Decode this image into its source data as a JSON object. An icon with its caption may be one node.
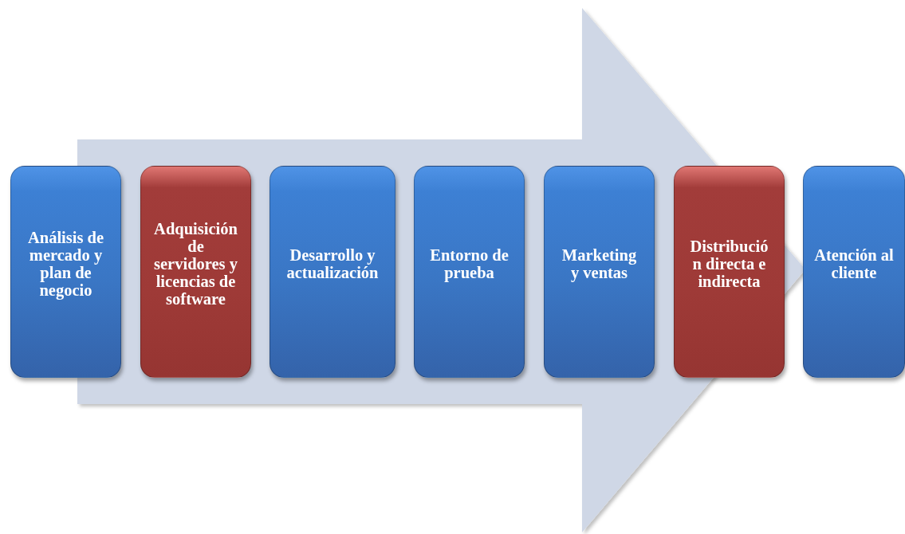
{
  "diagram": {
    "nodes": [
      {
        "text": [
          "Análisis de mercado y plan de negocio"
        ]
      },
      {
        "text": [
          "Adquisición de servidores y licencias de software"
        ]
      },
      {
        "text": [
          "Desarrollo y actualización"
        ]
      },
      {
        "text": [
          "Entorno de prueba"
        ]
      },
      {
        "text": [
          "Marketing y ventas"
        ]
      },
      {
        "text": [
          "Distribución directa e indirecta"
        ]
      },
      {
        "text": [
          "Atención al cliente"
        ]
      }
    ],
    "edges": [
      {
        "from": 0,
        "to": 6,
        "arrow": "to"
      }
    ]
  }
}
